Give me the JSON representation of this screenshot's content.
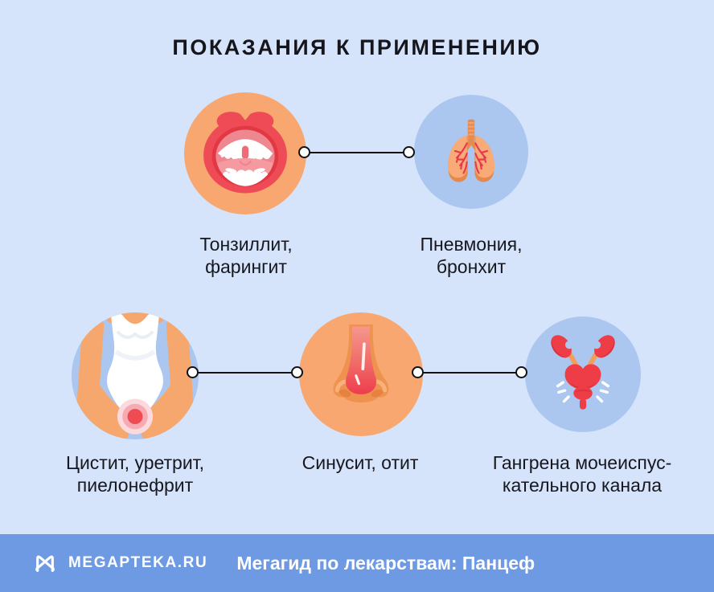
{
  "title": "ПОКАЗАНИЯ К ПРИМЕНЕНИЮ",
  "indications": [
    {
      "name": "tonsillitis-pharyngitis",
      "icon": "open-mouth-icon",
      "circle_color": "#f7a76f",
      "label_lines": [
        "Тонзиллит,",
        "фарингит"
      ]
    },
    {
      "name": "pneumonia-bronchitis",
      "icon": "lungs-icon",
      "circle_color": "#abc7f0",
      "label_lines": [
        "Пневмония,",
        "бронхит"
      ]
    },
    {
      "name": "cystitis-urethritis-pyelonephritis",
      "icon": "female-pelvis-icon",
      "circle_color": "#abc7f0",
      "label_lines": [
        "Цистит, уретрит,",
        "пиелонефрит"
      ]
    },
    {
      "name": "sinusitis-otitis",
      "icon": "inflamed-nose-icon",
      "circle_color": "#f7a76f",
      "label_lines": [
        "Синусит, отит"
      ]
    },
    {
      "name": "urethral-gangrene",
      "icon": "urinary-tract-icon",
      "circle_color": "#abc7f0",
      "label_lines": [
        "Гангрена мочеиспус-",
        "кательного канала"
      ]
    }
  ],
  "footer": {
    "logo": "megapteka-m-logo",
    "brand": "MEGAPTEKA.RU",
    "caption": "Мегагид по лекарствам: Панцеф"
  },
  "colors": {
    "background": "#d6e4fb",
    "footer_bar": "#6d9ae2",
    "circle_orange": "#f7a76f",
    "circle_blue": "#abc7f0",
    "connector": "#121212",
    "text": "#17171f",
    "footer_text": "#ffffff"
  }
}
